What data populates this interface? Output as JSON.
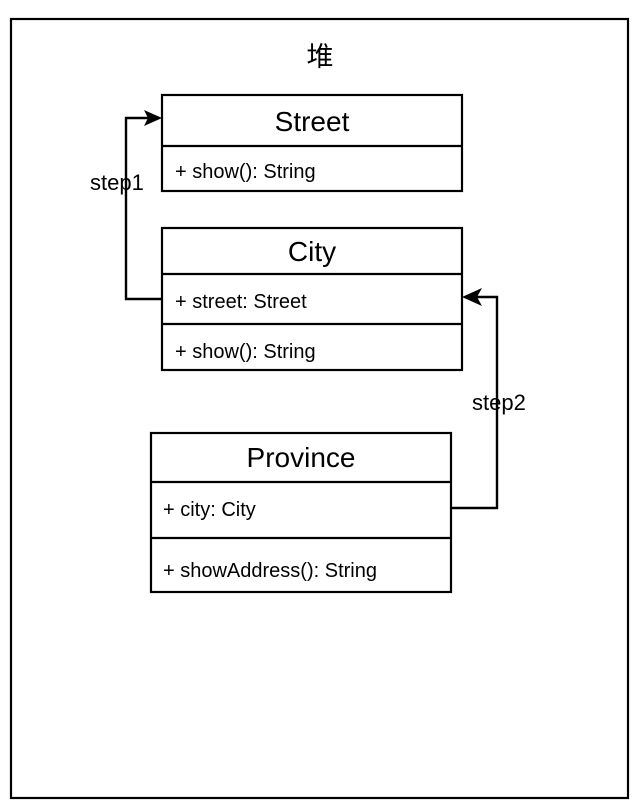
{
  "diagram": {
    "title": "堆",
    "type": "uml-class-diagram",
    "frame": {
      "stroke_color": "#000000",
      "fill_color": "#ffffff"
    },
    "classes": [
      {
        "name": "Street",
        "fields": [],
        "methods": [
          "+ show(): String"
        ]
      },
      {
        "name": "City",
        "fields": [
          "+ street: Street"
        ],
        "methods": [
          "+ show(): String"
        ]
      },
      {
        "name": "Province",
        "fields": [
          "+ city: City"
        ],
        "methods": [
          "+ showAddress(): String"
        ]
      }
    ],
    "connections": [
      {
        "label": "step1",
        "from": "City.street",
        "to": "Street",
        "direction": "left-up-right",
        "arrow": "filled-arrowhead"
      },
      {
        "label": "step2",
        "from": "Province.city",
        "to": "City",
        "direction": "right-up-left",
        "arrow": "filled-arrowhead"
      }
    ]
  }
}
